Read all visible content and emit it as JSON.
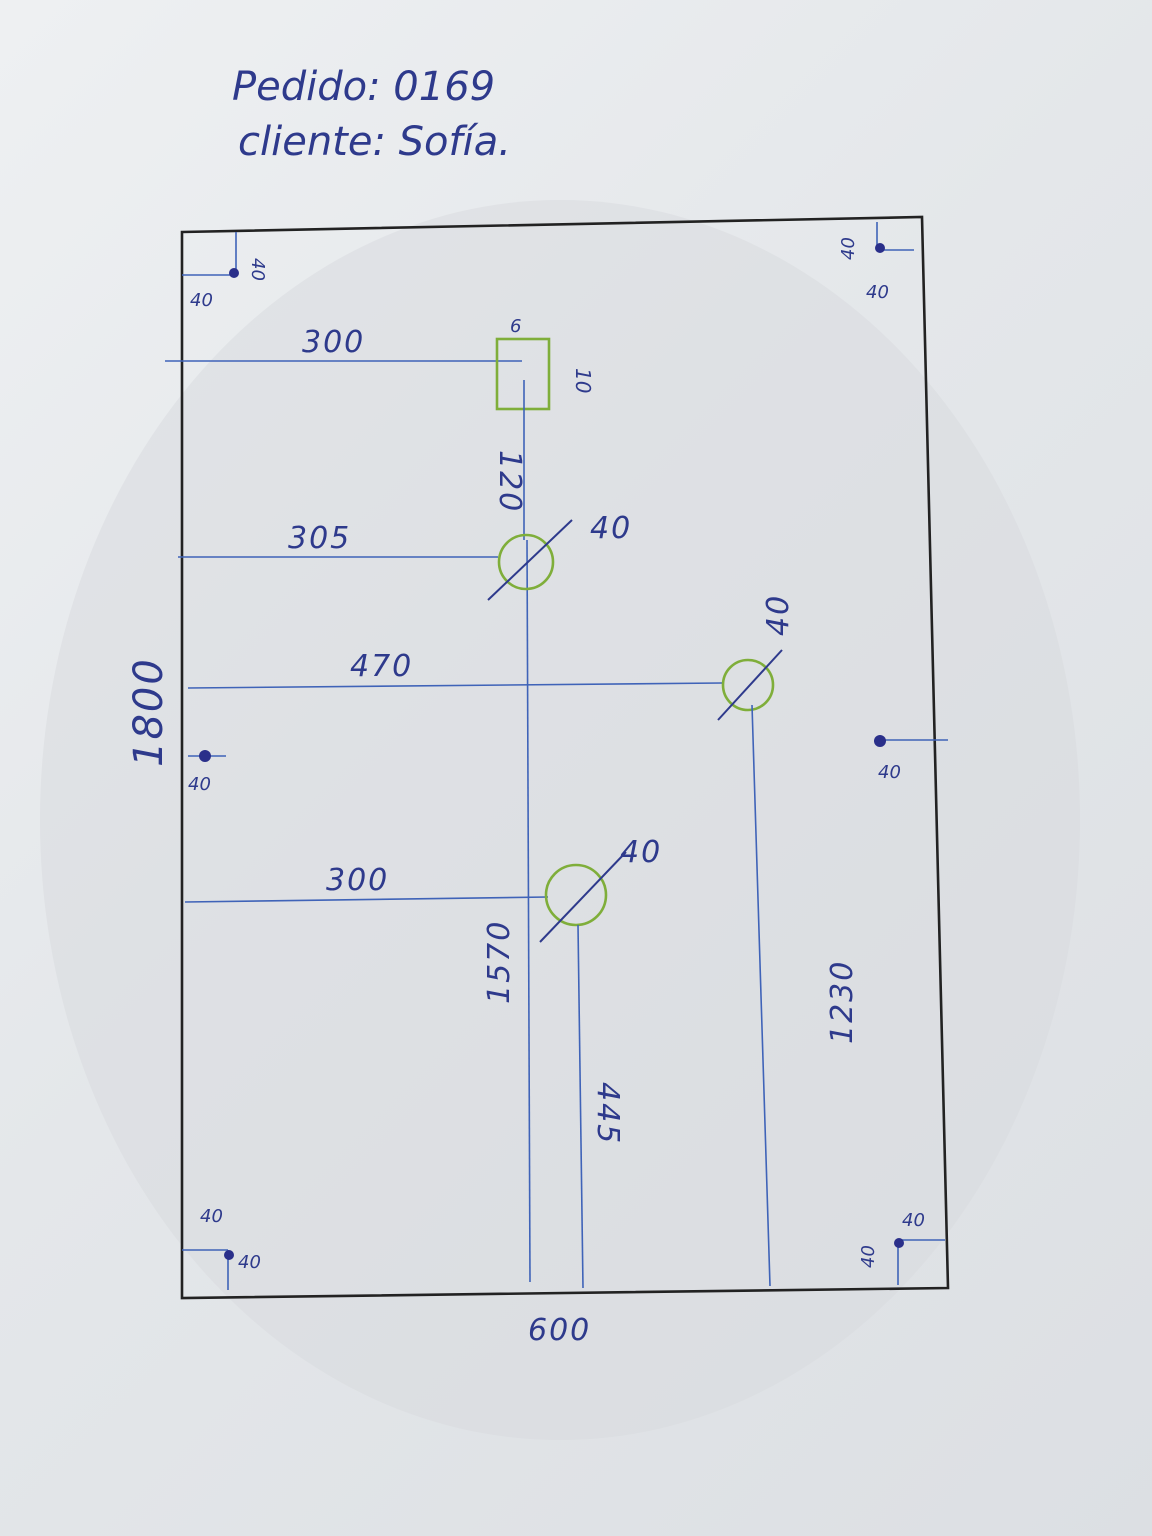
{
  "header": {
    "order": "Pedido: 0169",
    "client": "cliente: Sofía."
  },
  "board": {
    "width_label": "600",
    "height_label": "1800"
  },
  "corners": {
    "tl_a": "40",
    "tl_b": "40",
    "tr_a": "40",
    "tr_b": "40",
    "bl_a": "40",
    "bl_b": "40",
    "br_a": "40",
    "br_b": "40",
    "ml": "40",
    "mr": "40"
  },
  "rect_cut": {
    "w": "6",
    "h": "10",
    "top_dist": "300",
    "below": "120"
  },
  "holes": {
    "h1_dia": "40",
    "h1_x": "305",
    "h2_dia": "40",
    "h2_x": "470",
    "h2_y": "1230",
    "h3_dia": "40",
    "h3_x": "300",
    "h3_y": "445",
    "vertical": "1570"
  },
  "colors": {
    "ink": "#2e3a8c",
    "line": "#3f63b8",
    "hole": "#7fae3a",
    "border": "#222222"
  }
}
